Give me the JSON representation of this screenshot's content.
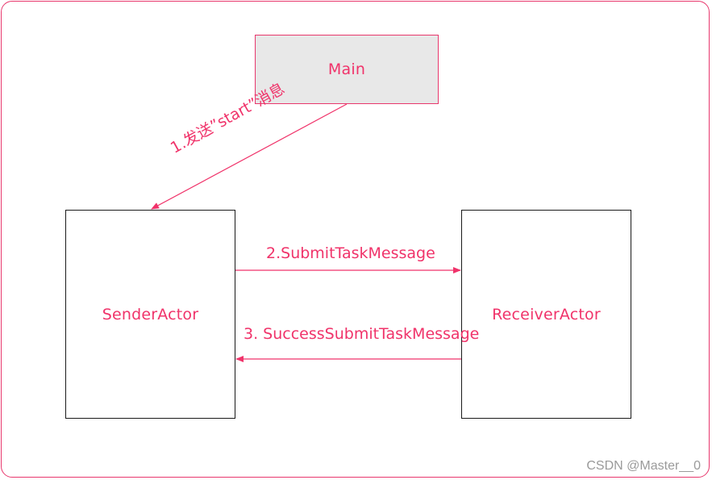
{
  "nodes": {
    "main": "Main",
    "sender": "SenderActor",
    "receiver": "ReceiverActor"
  },
  "edges": [
    {
      "from": "Main",
      "to": "SenderActor",
      "label": "1.发送”start”消息"
    },
    {
      "from": "SenderActor",
      "to": "ReceiverActor",
      "label": "2.SubmitTaskMessage"
    },
    {
      "from": "ReceiverActor",
      "to": "SenderActor",
      "label": "3. SuccessSubmitTaskMessage"
    }
  ],
  "watermark": "CSDN @Master__0",
  "colors": {
    "accent": "#f0336a",
    "main_fill": "#e8e8e8",
    "box_border": "#1a1a1a",
    "frame": "#e8386d"
  }
}
